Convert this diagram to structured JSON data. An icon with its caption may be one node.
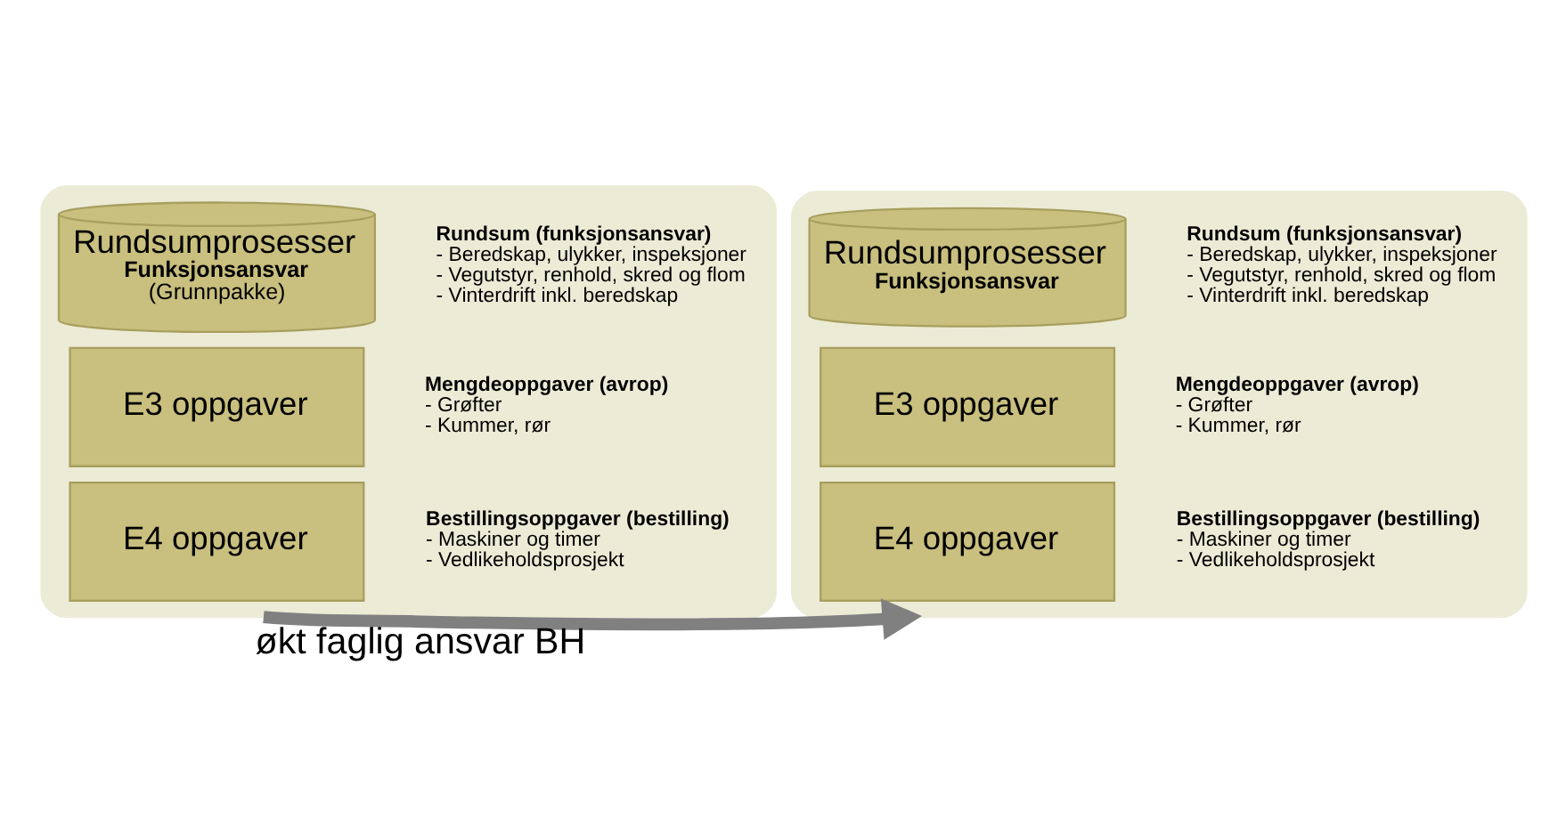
{
  "diagram": {
    "nodes": [
      {
        "text": [],
        "shape": "box"
      },
      {
        "text": [
          "Rundsumprosesser",
          "Funksjonsansvar",
          "(Grunnpakke)"
        ],
        "in": 0
      },
      {
        "text": [
          "E3 oppgaver"
        ],
        "in": 0
      },
      {
        "text": [
          "E4 oppgaver"
        ],
        "in": 0
      },
      {
        "text": [
          "Rundsum (funksjonsansvar)",
          "- Beredskap, ulykker, inspeksjoner",
          "- Vegutstyr, renhold, skred og flom",
          "- Vinterdrift inkl. beredskap"
        ],
        "in": 0
      },
      {
        "text": [
          "Mengdeoppgaver (avrop)",
          "- Grøfter",
          "- Kummer, rør"
        ],
        "in": 0
      },
      {
        "text": [
          "Bestillingsoppgaver (bestilling)",
          "- Maskiner og timer",
          "- Vedlikeholdsprosjekt"
        ],
        "in": 0
      },
      {
        "text": [],
        "shape": "box"
      },
      {
        "text": [
          "Rundsumprosesser",
          "Funksjonsansvar"
        ],
        "in": 7
      },
      {
        "text": [
          "E3 oppgaver"
        ],
        "in": 7
      },
      {
        "text": [
          "E4 oppgaver"
        ],
        "in": 7
      },
      {
        "text": [
          "Rundsum (funksjonsansvar)",
          "- Beredskap, ulykker, inspeksjoner",
          "- Vegutstyr, renhold, skred og flom",
          "- Vinterdrift inkl. beredskap"
        ],
        "in": 7
      },
      {
        "text": [
          "Mengdeoppgaver (avrop)",
          "- Grøfter",
          "- Kummer, rør"
        ],
        "in": 7
      },
      {
        "text": [
          "Bestillingsoppgaver (bestilling)",
          "- Maskiner og timer",
          "- Vedlikeholdsprosjekt"
        ],
        "in": 7
      }
    ],
    "edges": [
      {
        "from": 0,
        "to": 7,
        "arrow": "to",
        "label": "økt faglig ansvar BH",
        "color": "#808080"
      }
    ]
  }
}
